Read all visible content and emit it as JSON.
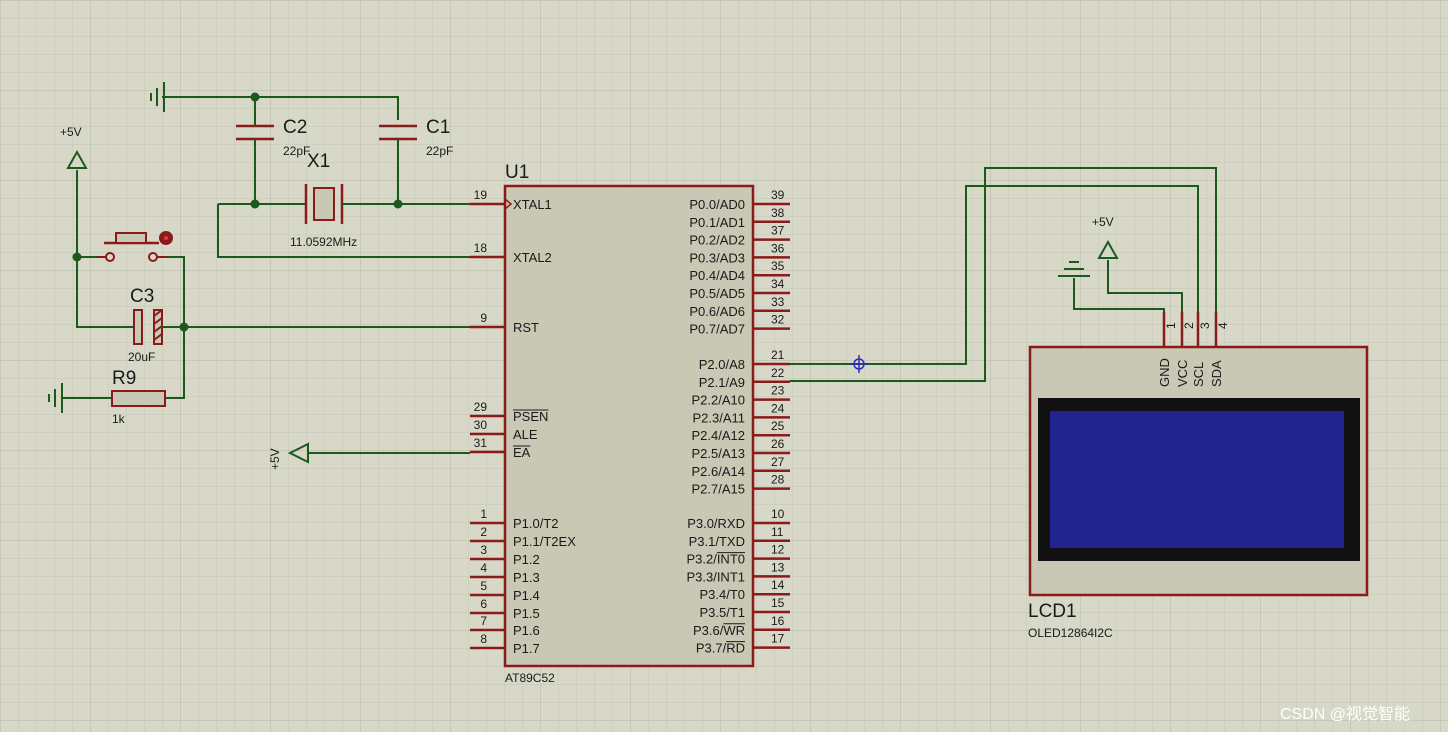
{
  "chip": {
    "ref": "U1",
    "part": "AT89C52",
    "left_pins": [
      {
        "num": "19",
        "label": "XTAL1"
      },
      {
        "num": "18",
        "label": "XTAL2"
      },
      {
        "num": "9",
        "label": "RST"
      },
      {
        "num": "29",
        "label": "PSEN"
      },
      {
        "num": "30",
        "label": "ALE"
      },
      {
        "num": "31",
        "label": "EA"
      },
      {
        "num": "1",
        "label": "P1.0/T2"
      },
      {
        "num": "2",
        "label": "P1.1/T2EX"
      },
      {
        "num": "3",
        "label": "P1.2"
      },
      {
        "num": "4",
        "label": "P1.3"
      },
      {
        "num": "5",
        "label": "P1.4"
      },
      {
        "num": "6",
        "label": "P1.5"
      },
      {
        "num": "7",
        "label": "P1.6"
      },
      {
        "num": "8",
        "label": "P1.7"
      }
    ],
    "right_pins": [
      {
        "num": "39",
        "label": "P0.0/AD0"
      },
      {
        "num": "38",
        "label": "P0.1/AD1"
      },
      {
        "num": "37",
        "label": "P0.2/AD2"
      },
      {
        "num": "36",
        "label": "P0.3/AD3"
      },
      {
        "num": "35",
        "label": "P0.4/AD4"
      },
      {
        "num": "34",
        "label": "P0.5/AD5"
      },
      {
        "num": "33",
        "label": "P0.6/AD6"
      },
      {
        "num": "32",
        "label": "P0.7/AD7"
      },
      {
        "num": "21",
        "label": "P2.0/A8"
      },
      {
        "num": "22",
        "label": "P2.1/A9"
      },
      {
        "num": "23",
        "label": "P2.2/A10"
      },
      {
        "num": "24",
        "label": "P2.3/A11"
      },
      {
        "num": "25",
        "label": "P2.4/A12"
      },
      {
        "num": "26",
        "label": "P2.5/A13"
      },
      {
        "num": "27",
        "label": "P2.6/A14"
      },
      {
        "num": "28",
        "label": "P2.7/A15"
      },
      {
        "num": "10",
        "label": "P3.0/RXD"
      },
      {
        "num": "11",
        "label": "P3.1/TXD"
      },
      {
        "num": "12",
        "label": "P3.2/INT0"
      },
      {
        "num": "13",
        "label": "P3.3/INT1"
      },
      {
        "num": "14",
        "label": "P3.4/T0"
      },
      {
        "num": "15",
        "label": "P3.5/T1"
      },
      {
        "num": "16",
        "label": "P3.6/WR"
      },
      {
        "num": "17",
        "label": "P3.7/RD"
      }
    ]
  },
  "components": {
    "c1": {
      "ref": "C1",
      "value": "22pF"
    },
    "c2": {
      "ref": "C2",
      "value": "22pF"
    },
    "c3": {
      "ref": "C3",
      "value": "20uF"
    },
    "x1": {
      "ref": "X1",
      "value": "11.0592MHz"
    },
    "r9": {
      "ref": "R9",
      "value": "1k"
    }
  },
  "power": {
    "reset_supply": "+5V",
    "ea_supply": "+5V",
    "lcd_supply": "+5V"
  },
  "lcd": {
    "ref": "LCD1",
    "part": "OLED12864I2C",
    "pins": [
      {
        "num": "1",
        "label": "GND"
      },
      {
        "num": "2",
        "label": "VCC"
      },
      {
        "num": "3",
        "label": "SCL"
      },
      {
        "num": "4",
        "label": "SDA"
      }
    ],
    "screen_color": "#232390"
  },
  "colors": {
    "background": "#d8d8c8",
    "grid": "#c4c4b4",
    "wire": "#1c5a1c",
    "component": "#8b1a1a",
    "chip_fill": "#c8c8b4"
  },
  "watermark": "CSDN @视觉智能"
}
